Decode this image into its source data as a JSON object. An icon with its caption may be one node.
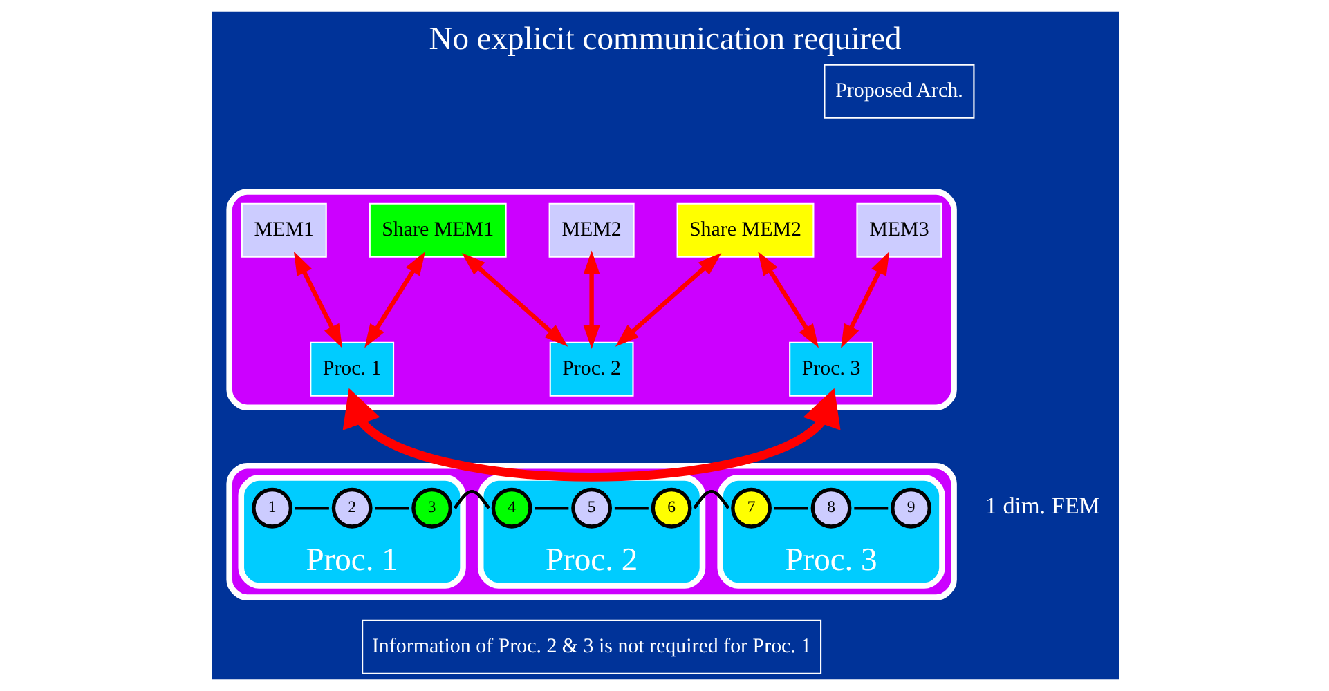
{
  "diagram": {
    "title": "No explicit communication required",
    "nodes": [
      {
        "text": [
          "Proposed Arch."
        ]
      },
      {
        "text": [],
        "shape": "box"
      },
      {
        "text": [
          "MEM1"
        ],
        "in": 1
      },
      {
        "text": [
          "Share MEM1"
        ],
        "in": 1
      },
      {
        "text": [
          "MEM2"
        ],
        "in": 1
      },
      {
        "text": [
          "Share MEM2"
        ],
        "in": 1
      },
      {
        "text": [
          "MEM3"
        ],
        "in": 1
      },
      {
        "text": [
          "Proc. 1"
        ],
        "in": 1
      },
      {
        "text": [
          "Proc. 2"
        ],
        "in": 1
      },
      {
        "text": [
          "Proc. 3"
        ],
        "in": 1
      },
      {
        "text": [],
        "shape": "box"
      },
      {
        "text": [
          "Proc. 1"
        ],
        "in": 10
      },
      {
        "text": [
          "Proc. 2"
        ],
        "in": 10
      },
      {
        "text": [
          "Proc. 3"
        ],
        "in": 10
      },
      {
        "text": [
          "1"
        ],
        "in": 11
      },
      {
        "text": [
          "2"
        ],
        "in": 11
      },
      {
        "text": [
          "3"
        ],
        "in": 11
      },
      {
        "text": [
          "4"
        ],
        "in": 12
      },
      {
        "text": [
          "5"
        ],
        "in": 12
      },
      {
        "text": [
          "6"
        ],
        "in": 12
      },
      {
        "text": [
          "7"
        ],
        "in": 13
      },
      {
        "text": [
          "8"
        ],
        "in": 13
      },
      {
        "text": [
          "9"
        ],
        "in": 13
      },
      {
        "text": [
          "Information of Proc. 2 & 3 is not required for Proc. 1"
        ]
      }
    ],
    "edges": [
      {
        "from": 2,
        "to": 7,
        "arrow": "both"
      },
      {
        "from": 3,
        "to": 7,
        "arrow": "both"
      },
      {
        "from": 3,
        "to": 8,
        "arrow": "both"
      },
      {
        "from": 4,
        "to": 8,
        "arrow": "both"
      },
      {
        "from": 5,
        "to": 8,
        "arrow": "both"
      },
      {
        "from": 5,
        "to": 9,
        "arrow": "both"
      },
      {
        "from": 6,
        "to": 9,
        "arrow": "both"
      },
      {
        "from": 7,
        "to": 9,
        "arrow": "both",
        "style": "thick"
      },
      {
        "from": 14,
        "to": 15,
        "arrow": "none",
        "color": "#000000"
      },
      {
        "from": 15,
        "to": 16,
        "arrow": "none",
        "color": "#000000"
      },
      {
        "from": 16,
        "to": 17,
        "arrow": "none",
        "color": "#000000"
      },
      {
        "from": 17,
        "to": 18,
        "arrow": "none",
        "color": "#000000"
      },
      {
        "from": 18,
        "to": 19,
        "arrow": "none",
        "color": "#000000"
      },
      {
        "from": 19,
        "to": 20,
        "arrow": "none",
        "color": "#000000"
      },
      {
        "from": 20,
        "to": 21,
        "arrow": "none",
        "color": "#000000"
      },
      {
        "from": 21,
        "to": 22,
        "arrow": "none",
        "color": "#000000"
      }
    ],
    "labels": [
      "1 dim. FEM"
    ]
  }
}
